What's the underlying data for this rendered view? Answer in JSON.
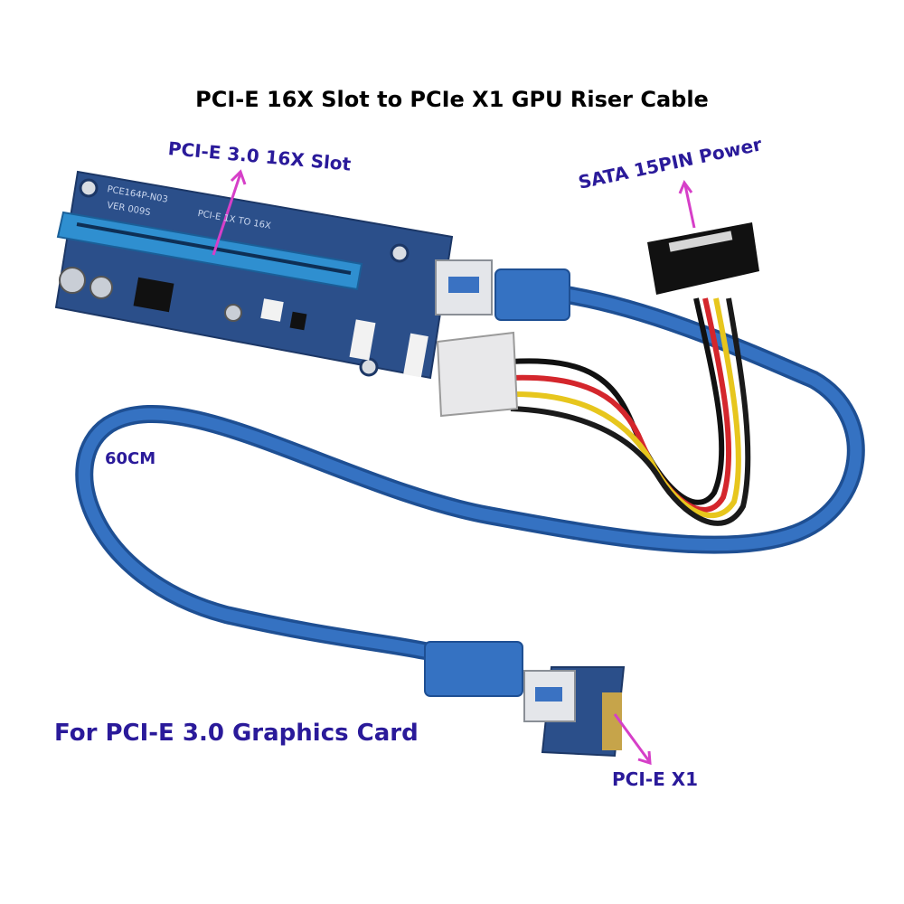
{
  "title": "PCI-E 16X Slot to PCIe X1 GPU Riser Cable",
  "labels": {
    "slot_16x": "PCI-E 3.0 16X Slot",
    "sata_power": "SATA 15PIN Power",
    "cable_length": "60CM",
    "graphics_card": "For PCI-E 3.0 Graphics Card",
    "x1": "PCI-E X1"
  },
  "board_print": {
    "model": "PCE164P-N03",
    "version": "VER 009S",
    "slot_text": "PCI-E 1X TO 16X"
  },
  "colors": {
    "label_text": "#2a1a9a",
    "arrow": "#d63fc8",
    "pcb": "#2b4f8a",
    "cable": "#2d63b0",
    "slot": "#2f8fd0"
  }
}
